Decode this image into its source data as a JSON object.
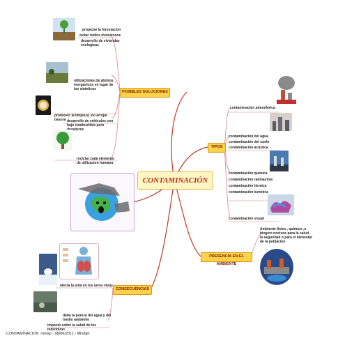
{
  "central_topic": "CONTAMINACIÓN",
  "branches": {
    "posibles_soluciones": {
      "label": "POSIBLES SOLUCIONES",
      "items": [
        "propiciar la forestacion",
        "evitar ruidos molestosos",
        "desarrollo de viviendas ecologicas",
        "utilizaciones de abonos inorganicos en lugar de los sinteticos",
        "promover la limpieza -no arrojar basura",
        "desarrollo de vehiculos con bajo combustible pero duraderos",
        "reciclar cada elemento de utilizacion humana"
      ]
    },
    "tipos": {
      "label": "TIPOS",
      "items": [
        "contaminación atmosférica",
        "contaminación del agua",
        "contaminación del suelo",
        "contaminación acústica",
        "contaminación química",
        "contaminación radioactiva",
        "contaminación térmica",
        "contaminación lumínica",
        "contaminación visual"
      ]
    },
    "presencia": {
      "label": "PRESENCIA EN EL AMBIENTE",
      "description": "Ambiente fisico , quimico ,o biogico nocivos para la salud, la seguridad o para el bienestar de la poblacion"
    },
    "consecuencias": {
      "label": "CONSECUENCIAS",
      "items": [
        "afecta la vida en los seres vivos",
        "daña la pureza del agua y del medio ambiente",
        "impacto sobre la salud de los individuos"
      ]
    }
  },
  "footer": "CONTAMINACION .mmap - 08/06/2011 - Mindjet",
  "colors": {
    "branch_line": "#c0392b",
    "item_line": "#d98080",
    "topic_fill": "#ffd24a",
    "central_border": "#e6b44a"
  },
  "images": [
    "tree-sprout-image",
    "field-image",
    "wall-clock-image",
    "tree-image",
    "globe-world-image",
    "smokestack-factory-image",
    "city-smog-image",
    "power-plant-image",
    "graffiti-image",
    "respiratory-diagram-image",
    "polar-bear-image",
    "polluted-water-image",
    "earth-pollution-image"
  ]
}
